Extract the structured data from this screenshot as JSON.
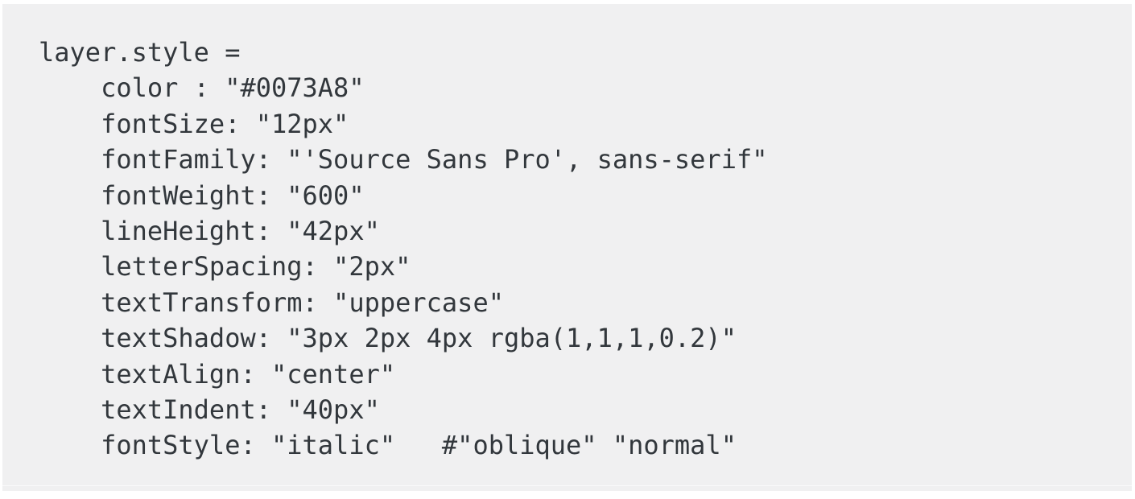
{
  "colors": {
    "page_bg": "#ffffff",
    "block_bg": "#f0f0f1",
    "code_text": "#32373c"
  },
  "code_block": {
    "lines": [
      {
        "indent": 0,
        "text": "layer.style ="
      },
      {
        "indent": 4,
        "text": "color : \"#0073A8\""
      },
      {
        "indent": 4,
        "text": "fontSize: \"12px\""
      },
      {
        "indent": 4,
        "text": "fontFamily: \"'Source Sans Pro', sans-serif\""
      },
      {
        "indent": 4,
        "text": "fontWeight: \"600\""
      },
      {
        "indent": 4,
        "text": "lineHeight: \"42px\""
      },
      {
        "indent": 4,
        "text": "letterSpacing: \"2px\""
      },
      {
        "indent": 4,
        "text": "textTransform: \"uppercase\""
      },
      {
        "indent": 4,
        "text": "textShadow: \"3px 2px 4px rgba(1,1,1,0.2)\""
      },
      {
        "indent": 4,
        "text": "textAlign: \"center\""
      },
      {
        "indent": 4,
        "text": "textIndent: \"40px\""
      },
      {
        "indent": 4,
        "text": "fontStyle: \"italic\"   #\"oblique\" \"normal\""
      }
    ]
  }
}
